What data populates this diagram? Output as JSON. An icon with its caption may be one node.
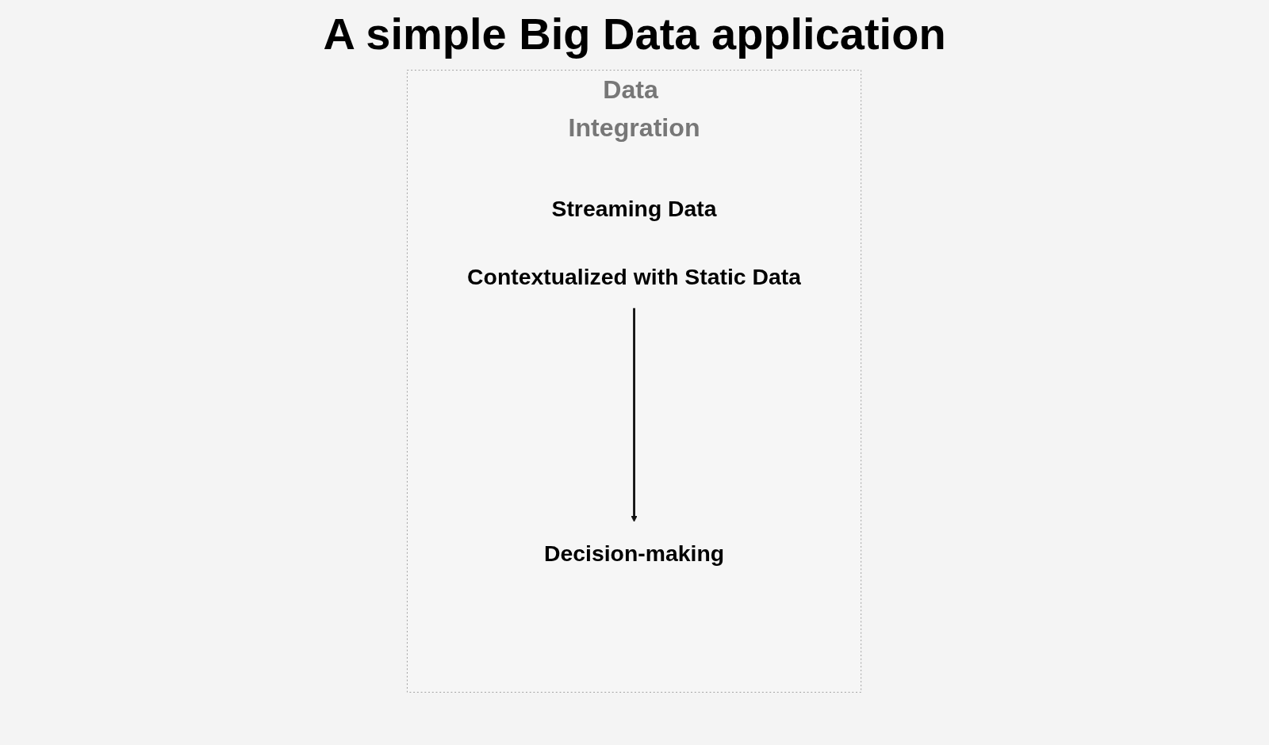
{
  "diagram": {
    "title": "A simple Big Data application",
    "nodes": [
      {
        "text": [
          "Data Integration"
        ]
      },
      {
        "text": [
          "Streaming Data",
          "Contextualized with Static Data"
        ],
        "in": 0
      },
      {
        "text": [
          "Decision-making"
        ],
        "in": 0
      }
    ],
    "edges": [
      {
        "from": 1,
        "to": 2,
        "arrow": "to"
      }
    ]
  }
}
